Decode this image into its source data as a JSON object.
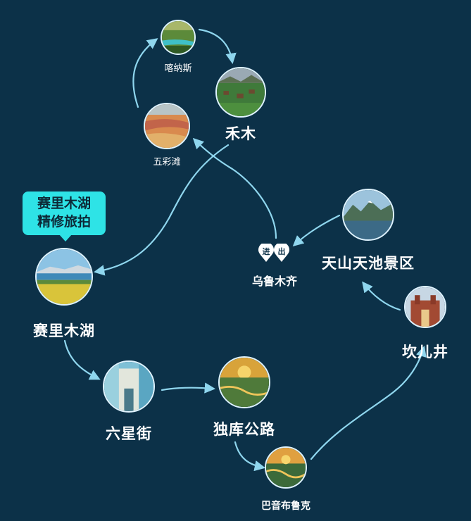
{
  "callout": {
    "line1": "赛里木湖",
    "line2": "精修旅拍"
  },
  "stops": {
    "kanas": "喀纳斯",
    "hemu": "禾木",
    "wucaitan": "五彩滩",
    "urumqi": "乌鲁木齐",
    "tianshan": "天山天池景区",
    "sayram": "赛里木湖",
    "kanerjing": "坎儿井",
    "liuxingjie": "六星街",
    "duku": "独库公路",
    "bayinbuluke": "巴音布鲁克"
  },
  "urumqi_badges": {
    "enter": "进",
    "exit": "出"
  },
  "colors": {
    "background": "#0c3148",
    "route": "#8fd6ee",
    "callout": "#2ee3e6"
  }
}
